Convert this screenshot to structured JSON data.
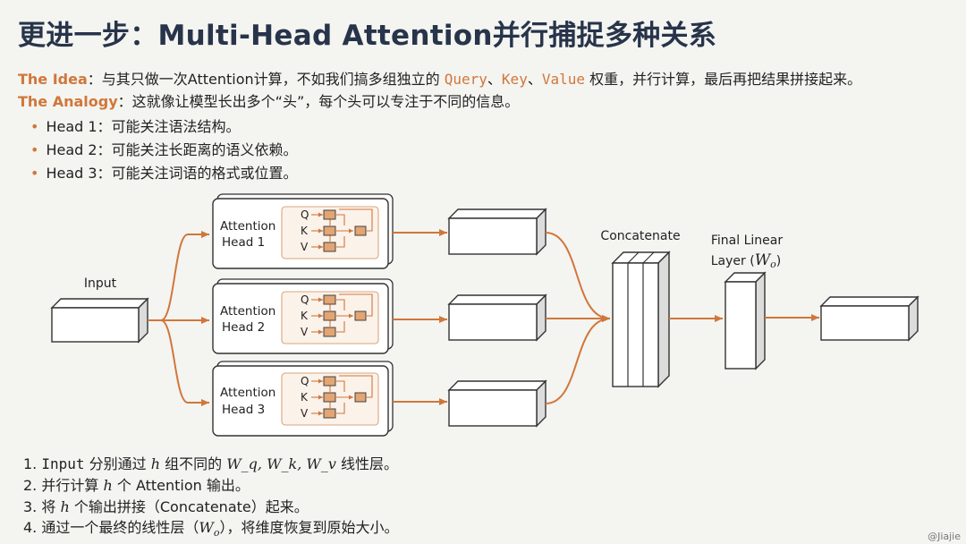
{
  "title": "更进一步：Multi-Head Attention并行捕捉多种关系",
  "idea": {
    "label": "The Idea",
    "colon": "：",
    "text1": "与其只做一次Attention计算，不如我们搞多组独立的 ",
    "query": "Query",
    "sep1": "、",
    "key": "Key",
    "sep2": "、",
    "value": "Value",
    "text2": " 权重，并行计算，最后再把结果拼接起来。"
  },
  "analogy": {
    "label": "The Analogy",
    "colon": "：",
    "text": "这就像让模型长出多个“头”，每个头可以专注于不同的信息。"
  },
  "bullets": [
    "Head 1：可能关注语法结构。",
    "Head 2：可能关注长距离的语义依赖。",
    "Head 3：可能关注词语的格式或位置。"
  ],
  "diagram": {
    "input_label": "Input",
    "heads": [
      {
        "line1": "Attention",
        "line2": "Head 1"
      },
      {
        "line1": "Attention",
        "line2": "Head 2"
      },
      {
        "line1": "Attention",
        "line2": "Head 3"
      }
    ],
    "qkv": [
      "Q",
      "K",
      "V"
    ],
    "concat_label": "Concatenate",
    "linear_label_1": "Final Linear",
    "linear_label_2": "Layer (",
    "linear_W": "W",
    "linear_sub": "o",
    "linear_close": ")",
    "colors": {
      "arrow": "#d0773a",
      "inner_border": "#d9a77c",
      "inner_fill": "#fbf2ea",
      "small_box": "#e2a574",
      "outline": "#333333"
    }
  },
  "steps": {
    "s1": {
      "num": "1.",
      "a": "Input",
      "b": " 分别通过 ",
      "h": "h",
      "c": " 组不同的 ",
      "math": "W_q, W_k, W_v",
      "d": " 线性层。"
    },
    "s2": {
      "num": "2.",
      "a": "并行计算 ",
      "h": "h",
      "b": " 个 Attention 输出。"
    },
    "s3": {
      "num": "3.",
      "a": "将 ",
      "h": "h",
      "b": " 个输出拼接（Concatenate）起来。"
    },
    "s4": {
      "num": "4.",
      "a": "通过一个最终的线性层（",
      "W": "W",
      "sub": "o",
      "b": "），将维度恢复到原始大小。"
    }
  },
  "corner_text": "@Jiajie"
}
